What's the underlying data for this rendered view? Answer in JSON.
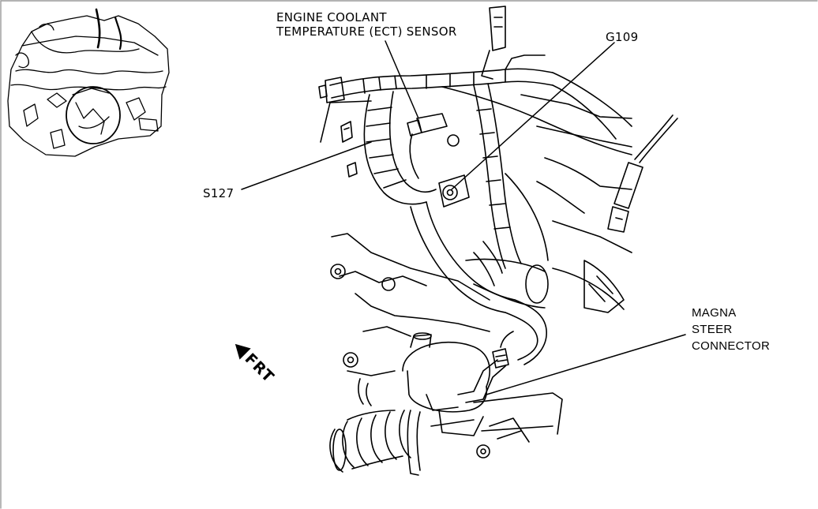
{
  "labels": {
    "ect_sensor_line1": "ENGINE COOLANT",
    "ect_sensor_line2": "TEMPERATURE (ECT) SENSOR",
    "g109": "G109",
    "s127": "S127",
    "magna_line1": "MAGNA",
    "magna_line2": "STEER",
    "magna_line3": "CONNECTOR",
    "front_arrow": "FRT"
  },
  "colors": {
    "ink": "#000000",
    "background": "#ffffff",
    "frame": "#9a9a9a"
  }
}
